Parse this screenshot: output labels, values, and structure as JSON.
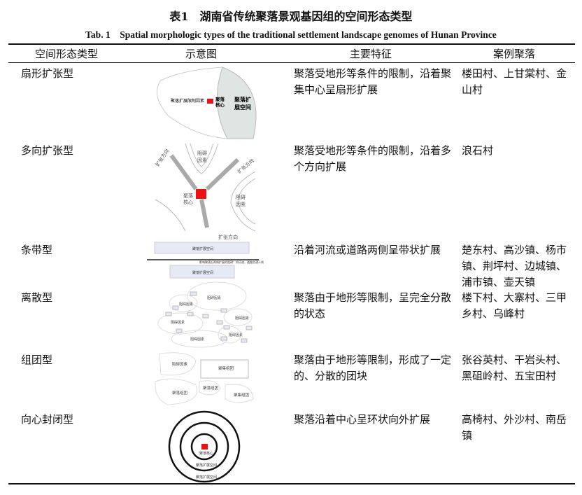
{
  "title": "表1　湖南省传统聚落景观基因组的空间形态类型",
  "subtitle": "Tab. 1　Spatial morphologic types of the traditional settlement landscape genomes of Hunan Province",
  "headers": [
    "空间形态类型",
    "示意图",
    "主要特征",
    "案例聚落"
  ],
  "rows": [
    {
      "type": "扇形扩张型",
      "feature": "聚落受地形等条件的限制，沿着聚集中心呈扇形扩展",
      "cases": "楼田村、上甘棠村、金山村"
    },
    {
      "type": "多向扩张型",
      "feature": "聚落受地形等条件的限制，沿着多个方向扩展",
      "cases": "浪石村"
    },
    {
      "type": "条带型",
      "feature": "沿着河流或道路两侧呈带状扩展",
      "cases": "楚东村、高沙镇、杨市镇、荆坪村、边城镇、浦市镇、壶天镇"
    },
    {
      "type": "离散型",
      "feature": "聚落由于地形等限制，呈完全分散的状态",
      "cases": "楼下村、大寨村、三甲乡村、乌峰村"
    },
    {
      "type": "组团型",
      "feature": "聚落由于地形等限制，形成了一定的、分散的团块",
      "cases": "张谷英村、干岩头村、黑砠岭村、五宝田村"
    },
    {
      "type": "向心封闭型",
      "feature": "聚落沿着中心呈环状向外扩展",
      "cases": "高椅村、外沙村、南岳镇"
    }
  ],
  "diagram_labels": {
    "limit": "聚落扩展限制因素",
    "core": "聚落核心",
    "core_a": "聚落",
    "core_b": "核心",
    "space_a": "聚落扩",
    "space_b": "展空间",
    "block": "阻碍因素",
    "block_a": "阻碍",
    "block_b": "因素",
    "dir": "扩张方向",
    "space": "聚落扩展空间",
    "strip_note": "影响聚落沿两侧扩展的阻碍：如河流、道路交通干线",
    "group": "聚落组团",
    "cluster": "聚集组团"
  },
  "colors": {
    "core": "#ee1111",
    "space": "#dfe5e3",
    "strip": "#e6eaf5"
  }
}
